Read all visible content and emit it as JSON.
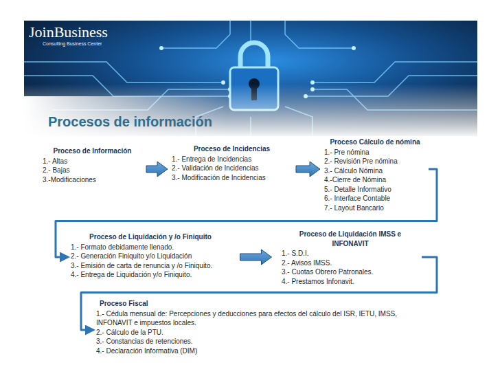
{
  "diagram": {
    "title": "Procesos de información",
    "nodes": [
      {
        "text": [
          "Proceso de Información",
          "1.- Altas",
          "2.- Bajas",
          "3.-Modificaciones"
        ]
      },
      {
        "text": [
          "Proceso de Incidencias",
          "1.- Entrega de Incidencias",
          "2.- Validación de Incidencias",
          "3.- Modificación de Incidencias"
        ]
      },
      {
        "text": [
          "Proceso Cálculo de nómina",
          "1.- Pre nómina",
          "2.- Revisión Pre nómina",
          "3.- Cálculo Nómina",
          "4.-Cierre de Nómina",
          "5.- Detalle Informativo",
          "6.- Interface Contable",
          "7.- Layout Bancario"
        ]
      },
      {
        "text": [
          "Proceso de Liquidación y /o Finiquito",
          "1.- Formato debidamente llenado.",
          "2.- Generación Finiquito y/o Liquidación",
          "3.- Emisión de carta de renuncia y /o Finiquito.",
          "4.- Entrega de Liquidación y/o Finiquito."
        ]
      },
      {
        "text": [
          "Proceso de Liquidación IMSS e INFONAVIT",
          "1.- S.D.I.",
          "2.- Avisos IMSS.",
          "3.- Cuotas Obrero Patronales.",
          "4.- Prestamos Infonavit."
        ]
      },
      {
        "text": [
          "Proceso Fiscal",
          "1.- Cédula mensual de: Percepciones y deducciones para efectos del cálculo del ISR, IETU, IMSS, INFONAVIT e impuestos locales.",
          "2.- Cálculo de la PTU.",
          "3.- Constancias de retenciones.",
          "4.- Declaración Informativa (DIM)"
        ]
      }
    ],
    "edges": [
      {
        "from": 0,
        "to": 1,
        "arrow": "to"
      },
      {
        "from": 1,
        "to": 2,
        "arrow": "to"
      },
      {
        "from": 2,
        "to": 3,
        "arrow": "to"
      },
      {
        "from": 3,
        "to": 4,
        "arrow": "to"
      },
      {
        "from": 4,
        "to": 5,
        "arrow": "to"
      }
    ],
    "labels": [
      "JoinBusiness",
      "Consulting Business Center"
    ]
  }
}
